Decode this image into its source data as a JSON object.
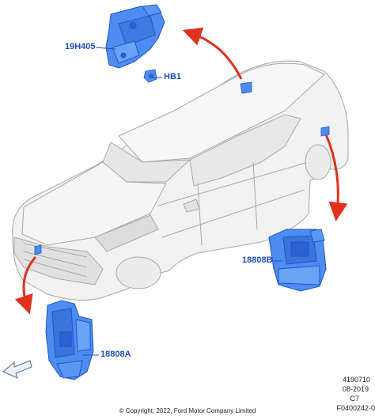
{
  "callouts": {
    "bracket": "19H405",
    "clip": "HB1",
    "rear_sensor": "18808B",
    "front_sensor": "18808A"
  },
  "meta": {
    "code": "4190710",
    "date": "08-2019",
    "rev": "C7",
    "figure_id": "F0400242-0"
  },
  "copyright": "© Copyright, 2022, Ford Motor Company Limited",
  "colors": {
    "part_blue": "#4d8cf0",
    "part_blue_dark": "#1f55c8",
    "arrow_red": "#e0301e",
    "car_body": "#f2f2f2",
    "car_line": "#a8a8a8",
    "label_blue": "#1f4fb4"
  },
  "icons": {
    "orientation": "direction-arrow-icon"
  }
}
